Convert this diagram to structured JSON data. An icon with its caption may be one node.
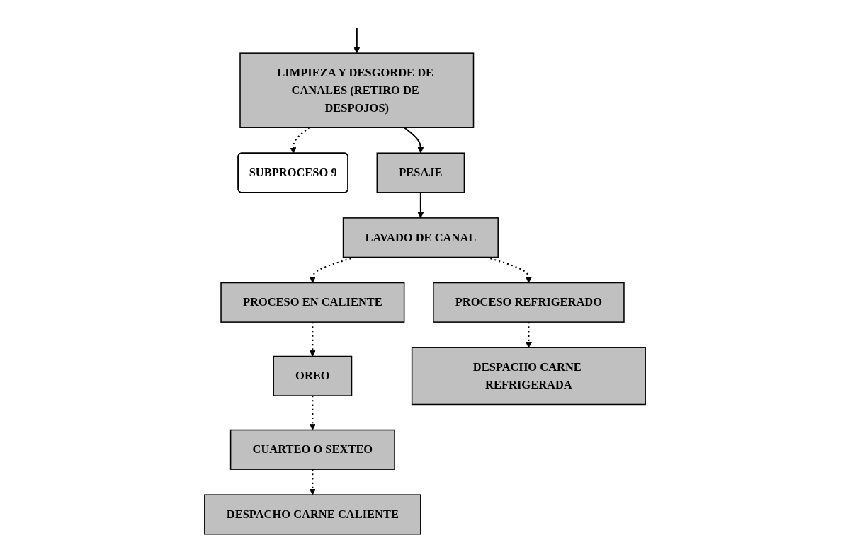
{
  "diagram": {
    "nodes": [
      {
        "text": [
          "LIMPIEZA Y DESGORDE DE CANALES (RETIRO DE DESPOJOS)"
        ]
      },
      {
        "text": [
          "SUBPROCESO 9"
        ]
      },
      {
        "text": [
          "PESAJE"
        ]
      },
      {
        "text": [
          "LAVADO DE CANAL"
        ]
      },
      {
        "text": [
          "PROCESO EN CALIENTE"
        ]
      },
      {
        "text": [
          "PROCESO REFRIGERADO"
        ]
      },
      {
        "text": [
          "OREO"
        ]
      },
      {
        "text": [
          "CUARTEO O SEXTEO"
        ]
      },
      {
        "text": [
          "DESPACHO CARNE CALIENTE"
        ]
      },
      {
        "text": [
          "DESPACHO CARNE REFRIGERADA"
        ]
      }
    ],
    "edges": [
      {
        "from": null,
        "to": 0,
        "arrow": "to"
      },
      {
        "from": 0,
        "to": 1,
        "arrow": "to",
        "style": "dashed"
      },
      {
        "from": 0,
        "to": 2,
        "arrow": "to"
      },
      {
        "from": 2,
        "to": 3,
        "arrow": "to"
      },
      {
        "from": 3,
        "to": 4,
        "arrow": "to",
        "style": "dashed"
      },
      {
        "from": 3,
        "to": 5,
        "arrow": "to",
        "style": "dashed"
      },
      {
        "from": 4,
        "to": 6,
        "arrow": "to",
        "style": "dashed"
      },
      {
        "from": 6,
        "to": 7,
        "arrow": "to",
        "style": "dashed"
      },
      {
        "from": 7,
        "to": 8,
        "arrow": "to",
        "style": "dashed"
      },
      {
        "from": 5,
        "to": 9,
        "arrow": "to",
        "style": "dashed"
      }
    ]
  }
}
